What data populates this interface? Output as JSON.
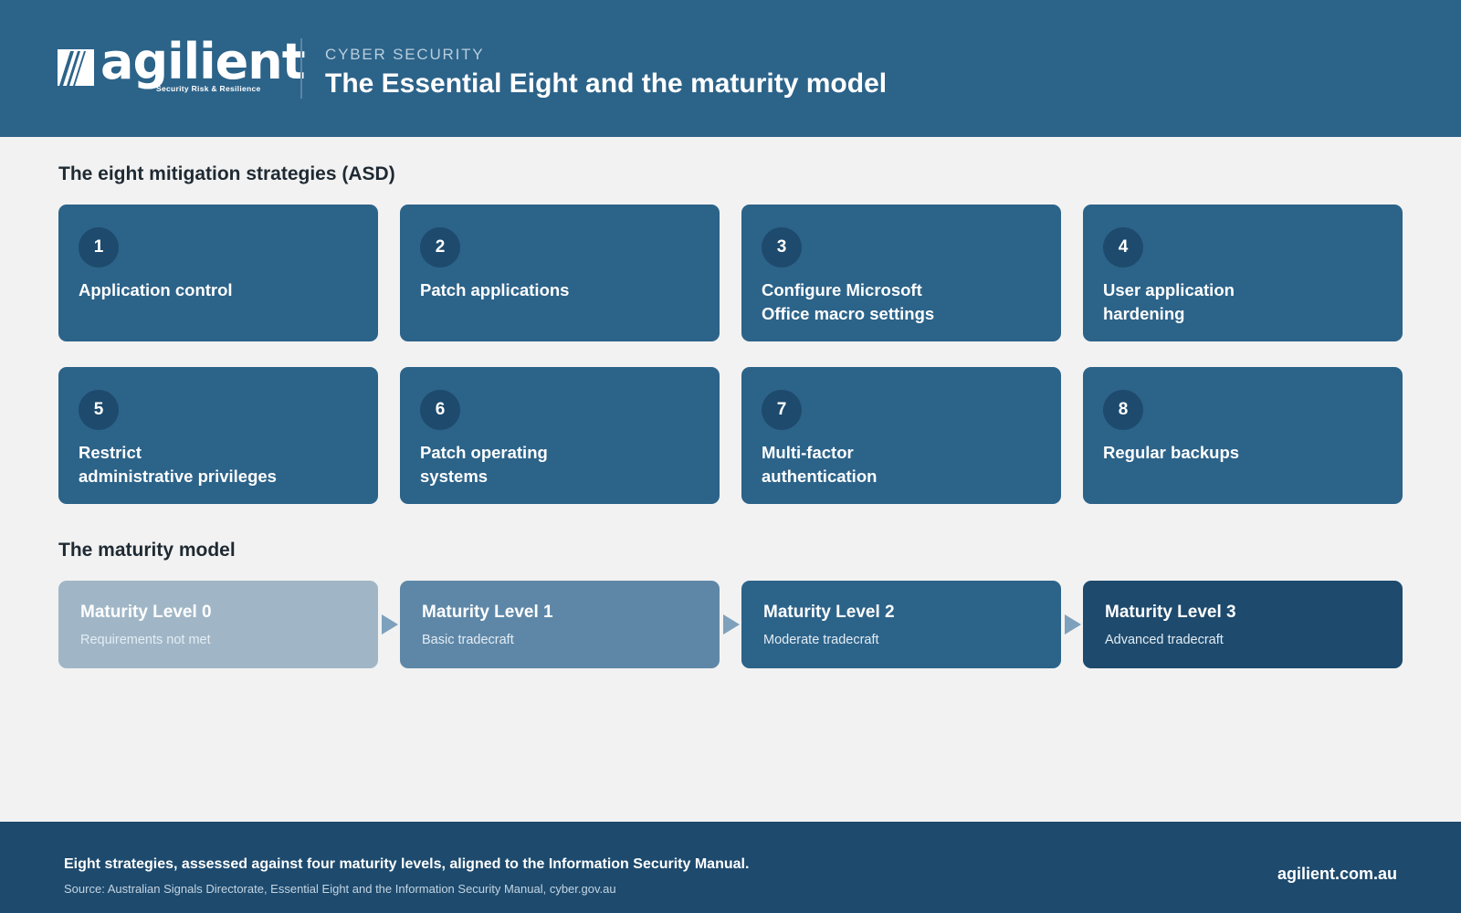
{
  "header": {
    "logo_wordmark": "agilient",
    "logo_tagline": "Security Risk & Resilience",
    "kicker": "CYBER SECURITY",
    "title": "The Essential Eight and the maturity model"
  },
  "strategies_section": {
    "title": "The eight mitigation strategies (ASD)",
    "items": [
      {
        "number": "1",
        "label": "Application control"
      },
      {
        "number": "2",
        "label": "Patch applications"
      },
      {
        "number": "3",
        "label": "Configure Microsoft\nOffice macro settings"
      },
      {
        "number": "4",
        "label": "User application\nhardening"
      },
      {
        "number": "5",
        "label": "Restrict\nadministrative privileges"
      },
      {
        "number": "6",
        "label": "Patch operating\nsystems"
      },
      {
        "number": "7",
        "label": "Multi-factor\nauthentication"
      },
      {
        "number": "8",
        "label": "Regular backups"
      }
    ]
  },
  "maturity_section": {
    "title": "The maturity model",
    "levels": [
      {
        "title": "Maturity Level 0",
        "description": "Requirements not met",
        "color": "#a0b6c6"
      },
      {
        "title": "Maturity Level 1",
        "description": "Basic tradecraft",
        "color": "#5e87a7"
      },
      {
        "title": "Maturity Level 2",
        "description": "Moderate tradecraft",
        "color": "#2c6389"
      },
      {
        "title": "Maturity Level 3",
        "description": "Advanced tradecraft",
        "color": "#1d4a6d"
      }
    ]
  },
  "footer": {
    "note": "Eight strategies, assessed against four maturity levels, aligned to the Information Security Manual.",
    "source": "Source: Australian Signals Directorate, Essential Eight and the Information Security Manual, cyber.gov.au",
    "website": "agilient.com.au"
  },
  "colors": {
    "header_bg": "#2c6389",
    "card_bg": "#2c6389",
    "badge_bg": "#1d4a6d",
    "footer_bg": "#1d4a6d",
    "page_bg": "#f2f2f2"
  }
}
